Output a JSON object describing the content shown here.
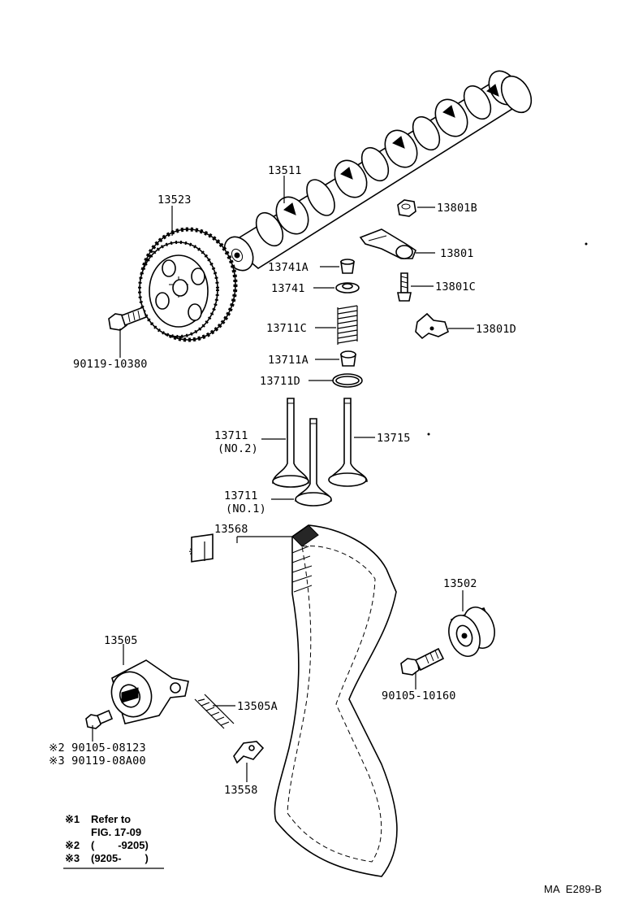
{
  "diagram": {
    "labels": {
      "camshaft": "13511",
      "cam_gear": "13523",
      "gear_bolt": "90119-10380",
      "rocker_nut": "13801B",
      "rocker_arm": "13801",
      "rocker_screw": "13801C",
      "rocker_clip": "13801D",
      "valve_seal_a": "13741A",
      "valve_seal": "13741",
      "valve_spring": "13711C",
      "spring_seat": "13711A",
      "spring_washer": "13711D",
      "valve_no2": "13711",
      "valve_no2_sub": "(NO.2)",
      "exhaust_valve": "13715",
      "valve_no1": "13711",
      "valve_no1_sub": "(NO.1)",
      "timing_belt": "13568",
      "ref_mark": "※1",
      "idler_pulley": "13502",
      "idler_bolt": "90105-10160",
      "tensioner": "13505",
      "tensioner_spring": "13505A",
      "tensioner_bracket": "13558",
      "tensioner_bolt_1": "※2 90105-08123",
      "tensioner_bolt_2": "※3 90119-08A00"
    },
    "notes": {
      "note1_mark": "※1",
      "note1_text": "Refer to",
      "note1_text2": "FIG. 17-09",
      "note2_mark": "※2",
      "note2_text": "(        -9205)",
      "note3_mark": "※3",
      "note3_text": "(9205-        )"
    },
    "footer_code": "MA  E289-B"
  }
}
